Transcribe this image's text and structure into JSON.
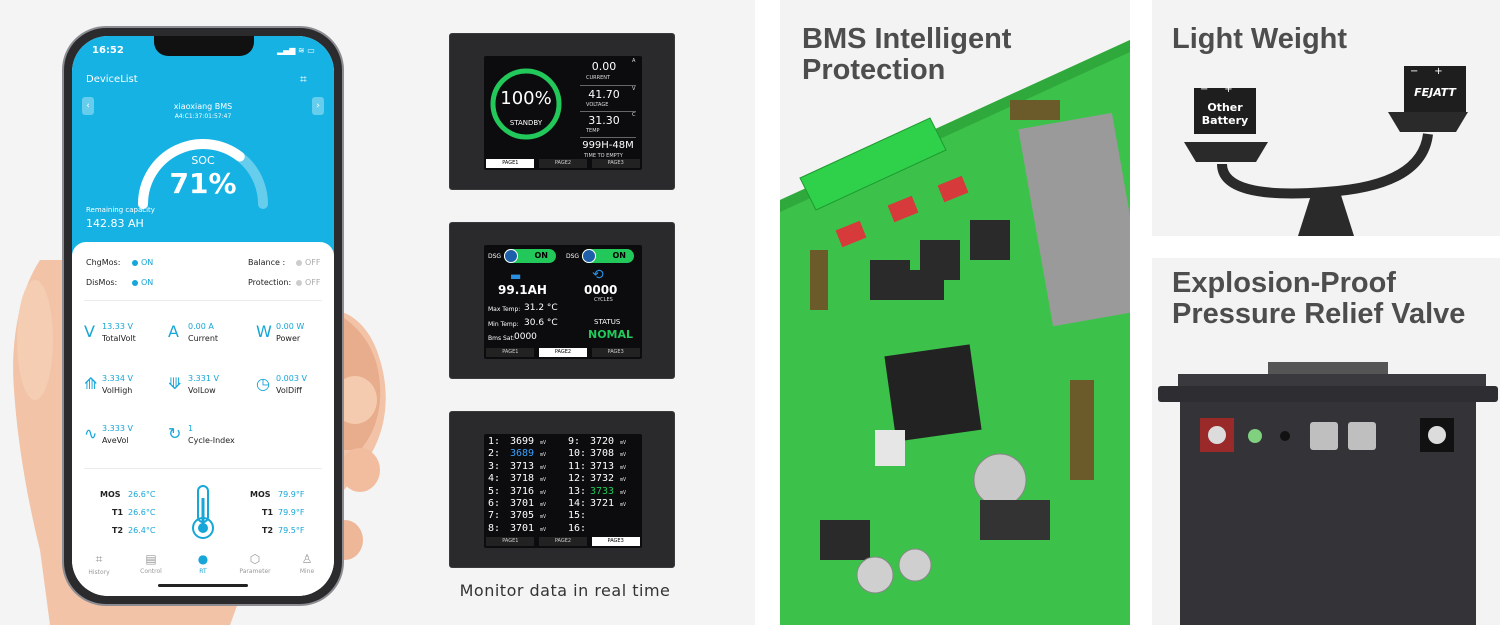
{
  "phone": {
    "status_time": "16:52",
    "header_title": "DeviceList",
    "device_name": "xiaoxiang BMS",
    "device_mac": "A4:C1:37:01:57:47",
    "soc_label": "SOC",
    "soc_value": "71%",
    "soc_fraction": 0.71,
    "remaining_label": "Remaining capacity",
    "remaining_value": "142.83 AH",
    "switches": {
      "chg_label": "ChgMos:",
      "chg_value": "ON",
      "dis_label": "DisMos:",
      "dis_value": "ON",
      "bal_label": "Balance :",
      "bal_value": "OFF",
      "prot_label": "Protection:",
      "prot_value": "OFF"
    },
    "metrics": [
      {
        "value": "13.33 V",
        "name": "TotalVolt"
      },
      {
        "value": "0.00 A",
        "name": "Current"
      },
      {
        "value": "0.00 W",
        "name": "Power"
      },
      {
        "value": "3.334 V",
        "name": "VolHigh"
      },
      {
        "value": "3.331 V",
        "name": "VolLow"
      },
      {
        "value": "0.003 V",
        "name": "VolDiff"
      },
      {
        "value": "3.333 V",
        "name": "AveVol"
      },
      {
        "value": "1",
        "name": "Cycle-Index"
      }
    ],
    "temps_c": [
      {
        "label": "MOS",
        "value": "26.6°C"
      },
      {
        "label": "T1",
        "value": "26.6°C"
      },
      {
        "label": "T2",
        "value": "26.4°C"
      }
    ],
    "temps_f": [
      {
        "label": "MOS",
        "value": "79.9°F"
      },
      {
        "label": "T1",
        "value": "79.9°F"
      },
      {
        "label": "T2",
        "value": "79.5°F"
      }
    ],
    "tabs": [
      "History",
      "Control",
      "RT",
      "Parameter",
      "Mine"
    ]
  },
  "lcd1": {
    "percent": "100%",
    "state": "STANDBY",
    "current": "0.00",
    "current_label": "CURRENT",
    "current_unit": "A",
    "voltage": "41.70",
    "voltage_label": "VOLTAGE",
    "voltage_unit": "V",
    "temp": "31.30",
    "temp_label": "TEMP",
    "temp_unit": "C",
    "time": "999H-48M",
    "time_label": "TIME TO EMPTY"
  },
  "lcd2": {
    "dsg1": "DSG",
    "on1": "ON",
    "dsg2": "DSG",
    "on2": "ON",
    "capacity": "99.1AH",
    "cycles": "0000",
    "cycles_label": "CYCLES",
    "max_temp_label": "Max Temp:",
    "max_temp": "31.2 °C",
    "min_temp_label": "Min Temp:",
    "min_temp": "30.6 °C",
    "bms_sat_label": "Bms Sat:",
    "bms_sat": "0000",
    "status_label": "STATUS",
    "status": "NOMAL"
  },
  "lcd3": {
    "cells_left": [
      {
        "n": "1:",
        "v": "3699"
      },
      {
        "n": "2:",
        "v": "3689"
      },
      {
        "n": "3:",
        "v": "3713"
      },
      {
        "n": "4:",
        "v": "3718"
      },
      {
        "n": "5:",
        "v": "3716"
      },
      {
        "n": "6:",
        "v": "3701"
      },
      {
        "n": "7:",
        "v": "3705"
      },
      {
        "n": "8:",
        "v": "3701"
      }
    ],
    "cells_right": [
      {
        "n": "9:",
        "v": "3720"
      },
      {
        "n": "10:",
        "v": "3708"
      },
      {
        "n": "11:",
        "v": "3713"
      },
      {
        "n": "12:",
        "v": "3732"
      },
      {
        "n": "13:",
        "v": "3733"
      },
      {
        "n": "14:",
        "v": "3721"
      },
      {
        "n": "15:",
        "v": ""
      },
      {
        "n": "16:",
        "v": ""
      }
    ],
    "unit": "mV"
  },
  "pages": [
    "PAGE1",
    "PAGE2",
    "PAGE3"
  ],
  "caption": "Monitor data in real time",
  "bms": {
    "line1": "BMS Intelligent",
    "line2": "Protection"
  },
  "weight": {
    "title": "Light Weight",
    "left_label_1": "Other",
    "left_label_2": "Battery",
    "right_label": "FEJATT"
  },
  "valve": {
    "line1": "Explosion-Proof",
    "line2": "Pressure Relief Valve"
  },
  "colors": {
    "accent": "#16b2e4",
    "pcb": "#3cc24a",
    "lcd_green": "#22c85a"
  }
}
